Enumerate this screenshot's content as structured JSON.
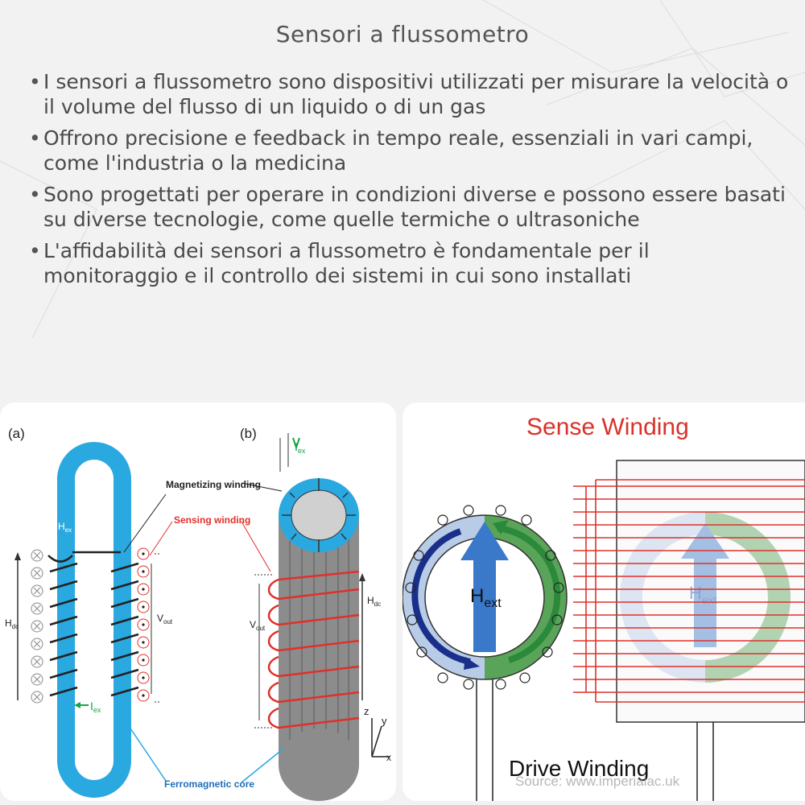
{
  "title": "Sensori a flussometro",
  "bullets": [
    "I sensori a flussometro sono dispositivi utilizzati per misurare la velocità o il volume del flusso di un liquido o di un gas",
    "Offrono precisione e feedback in tempo reale, essenziali in vari campi, come l'industria o la medicina",
    "Sono progettati per operare in condizioni diverse e possono essere basati su diverse tecnologie, come quelle termiche o ultrasoniche",
    "L'affidabilità dei sensori a flussometro è fondamentale per il monitoraggio e il controllo dei sistemi in cui sono installati"
  ],
  "figure_left": {
    "label_a": "(a)",
    "label_b": "(b)",
    "magnetizing_winding": "Magnetizing winding",
    "sensing_winding": "Sensing winding",
    "ferromagnetic_core": "Ferromagnetic core",
    "h_ex": "H",
    "h_ex_sub": "ex",
    "h_dc": "H",
    "h_dc_sub": "dc",
    "i_ex": "I",
    "i_ex_sub": "ex",
    "v_out": "V",
    "v_out_sub": "out",
    "axis_x": "x",
    "axis_y": "y",
    "axis_z": "z"
  },
  "figure_right": {
    "sense_winding": "Sense Winding",
    "drive_winding": "Drive Winding",
    "h_ext": "H",
    "h_ext_sub": "ext",
    "source": "Source: www.imperialac.uk"
  },
  "colors": {
    "core_blue": "#2aa8e0",
    "sense_red": "#e0302a",
    "green_text": "#1aa34a",
    "ring_light_blue": "#b8cce8",
    "ring_green": "#5aa45a",
    "arrow_blue": "#3a78c9",
    "arrow_dark_blue": "#1a2f8a"
  }
}
